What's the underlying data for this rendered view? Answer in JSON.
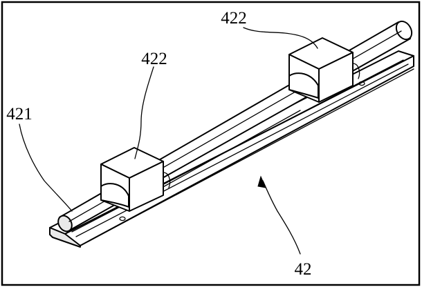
{
  "labels": {
    "block_top": "422",
    "block_left": "422",
    "rod": "421",
    "assembly": "42"
  }
}
